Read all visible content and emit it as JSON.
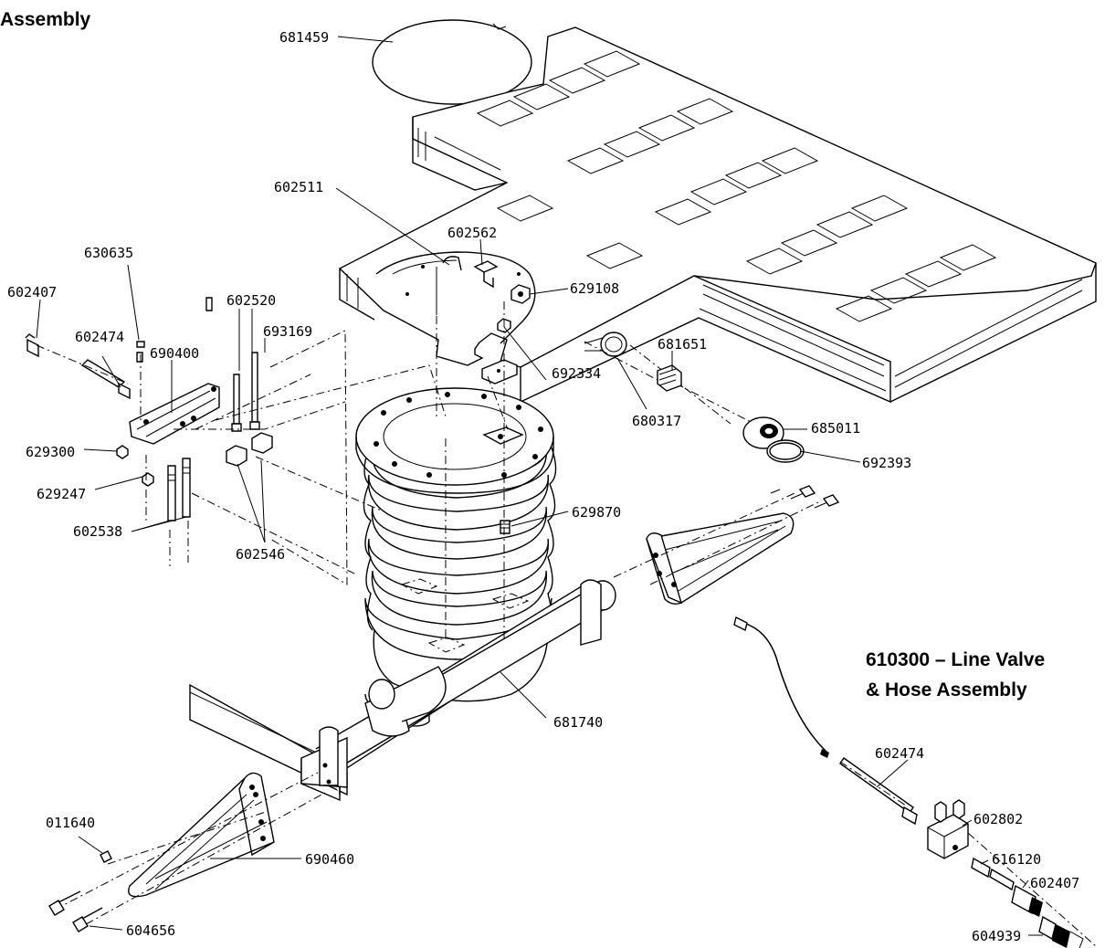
{
  "titles": {
    "main": "Assembly",
    "line_valve_line1": "610300 – Line Valve",
    "line_valve_line2": "& Hose Assembly"
  },
  "labels": {
    "p681459": "681459",
    "p602511": "602511",
    "p602562": "602562",
    "p629108": "629108",
    "p630635": "630635",
    "p602407_left": "602407",
    "p602474_left": "602474",
    "p690400": "690400",
    "p602520": "602520",
    "p693169": "693169",
    "p681651": "681651",
    "p692334": "692334",
    "p680317": "680317",
    "p685011": "685011",
    "p692393": "692393",
    "p629300": "629300",
    "p629247": "629247",
    "p602538": "602538",
    "p602546": "602546",
    "p629870": "629870",
    "p681740": "681740",
    "p011640": "011640",
    "p690460": "690460",
    "p604656": "604656",
    "p602474_right": "602474",
    "p602802": "602802",
    "p616120": "616120",
    "p602407_right": "602407",
    "p604939": "604939"
  }
}
